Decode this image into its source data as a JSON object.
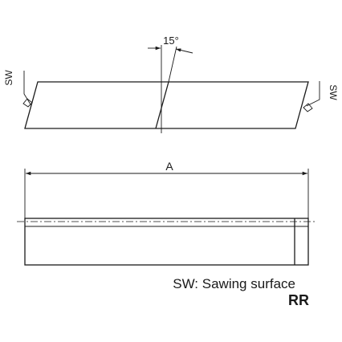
{
  "top_view": {
    "angle_label": "15°",
    "left_surface_label": "SW",
    "right_surface_label": "SW"
  },
  "front_view": {
    "length_label": "A"
  },
  "legend": {
    "sawing_surface_note": "SW: Sawing surface",
    "code": "RR"
  }
}
